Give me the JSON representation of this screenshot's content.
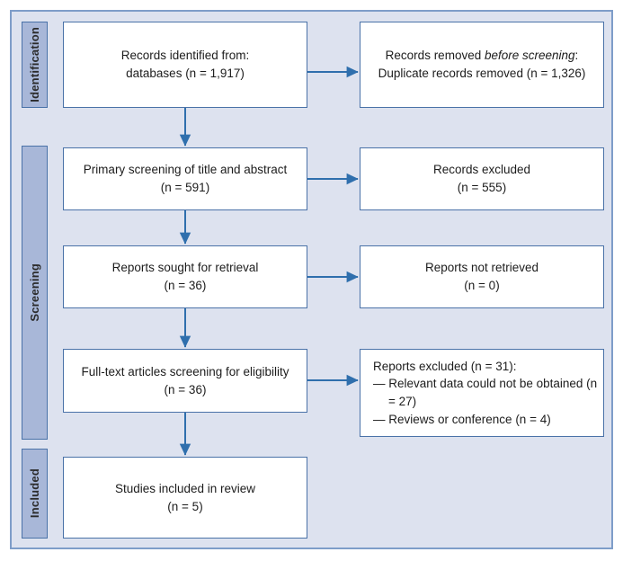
{
  "figure": {
    "type": "prisma-flow-diagram",
    "background_color": "#dde2ef",
    "frame_border_color": "#7e9dc9",
    "box_border_color": "#4a72a8",
    "band_fill_color": "#a8b7d8",
    "connector_color": "#2f6fad",
    "text_color": "#1c1c1c"
  },
  "phases": [
    {
      "id": "identification",
      "label": "Identification"
    },
    {
      "id": "screening",
      "label": "Screening"
    },
    {
      "id": "included",
      "label": "Included"
    }
  ],
  "nodes": {
    "identified": {
      "line1": "Records identified from:",
      "line2": "databases (n = 1,917)",
      "n": 1917
    },
    "removed": {
      "line1_prefix": "Records removed ",
      "line1_italic": "before screening",
      "line1_suffix": ":",
      "line2": "Duplicate records removed (n = 1,326)",
      "n": 1326
    },
    "primary_screening": {
      "line1": "Primary screening of title and abstract",
      "line2": "(n = 591)",
      "n": 591
    },
    "records_excluded": {
      "line1": "Records excluded",
      "line2": "(n = 555)",
      "n": 555
    },
    "reports_sought": {
      "line1": "Reports sought for retrieval",
      "line2": "(n = 36)",
      "n": 36
    },
    "reports_not_retrieved": {
      "line1": "Reports not retrieved",
      "line2": "(n = 0)",
      "n": 0
    },
    "fulltext_screening": {
      "line1": "Full-text articles screening for eligibility",
      "line2": "(n = 36)",
      "n": 36
    },
    "reports_excluded": {
      "line1": "Reports excluded (n = 31):",
      "line2": "— Relevant data could not be obtained (n = 27)",
      "line3": "— Reviews or conference (n = 4)",
      "n": 31,
      "reasons": [
        {
          "label": "Relevant data could not be obtained",
          "n": 27
        },
        {
          "label": "Reviews or conference",
          "n": 4
        }
      ]
    },
    "included_studies": {
      "line1": "Studies included in review",
      "line2": "(n = 5)",
      "n": 5
    }
  },
  "flow": {
    "arrows": [
      {
        "from": "identified",
        "to": "removed",
        "direction": "right"
      },
      {
        "from": "identified",
        "to": "primary_screening",
        "direction": "down"
      },
      {
        "from": "primary_screening",
        "to": "records_excluded",
        "direction": "right"
      },
      {
        "from": "primary_screening",
        "to": "reports_sought",
        "direction": "down"
      },
      {
        "from": "reports_sought",
        "to": "reports_not_retrieved",
        "direction": "right"
      },
      {
        "from": "reports_sought",
        "to": "fulltext_screening",
        "direction": "down"
      },
      {
        "from": "fulltext_screening",
        "to": "reports_excluded",
        "direction": "right"
      },
      {
        "from": "fulltext_screening",
        "to": "included_studies",
        "direction": "down"
      }
    ]
  }
}
